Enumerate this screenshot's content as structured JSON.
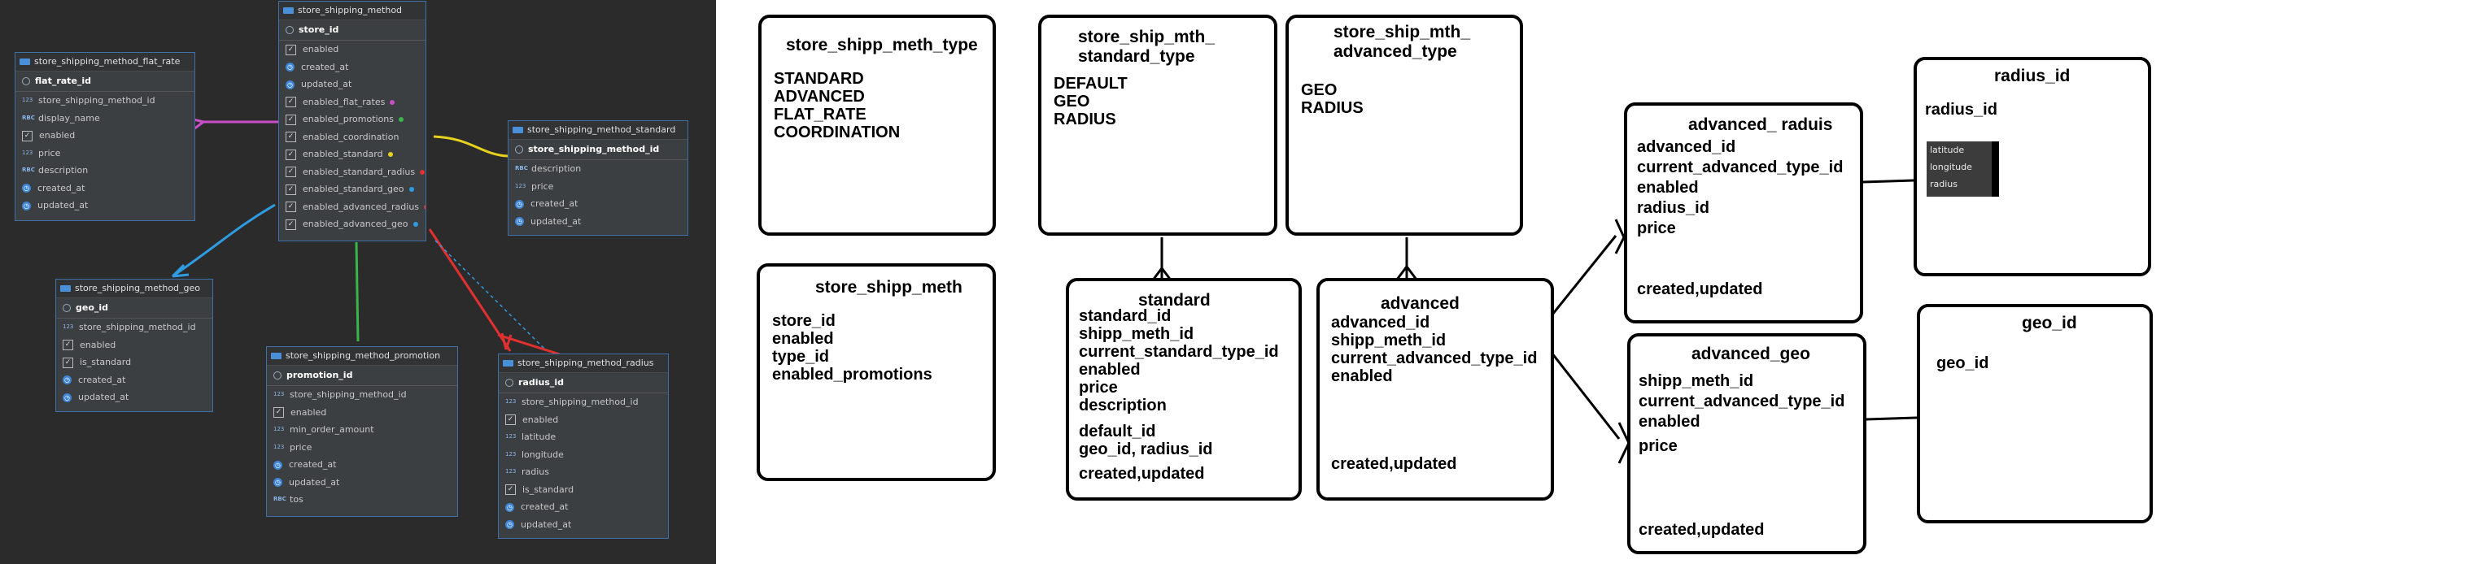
{
  "tables": [
    {
      "id": "t_flat",
      "title": "store_shipping_method_flat_rate",
      "pk": "flat_rate_id",
      "cols": [
        {
          "t": "num",
          "n": "store_shipping_method_id"
        },
        {
          "t": "txt",
          "n": "display_name"
        },
        {
          "t": "chk",
          "n": "enabled"
        },
        {
          "t": "num",
          "n": "price"
        },
        {
          "t": "txt",
          "n": "description"
        },
        {
          "t": "clk",
          "n": "created_at"
        },
        {
          "t": "clk",
          "n": "updated_at"
        }
      ]
    },
    {
      "id": "t_main",
      "title": "store_shipping_method",
      "pk": "store_id",
      "cols": [
        {
          "t": "chk",
          "n": "enabled"
        },
        {
          "t": "clk",
          "n": "created_at"
        },
        {
          "t": "clk",
          "n": "updated_at"
        },
        {
          "t": "chk",
          "n": "enabled_flat_rates",
          "dot": "#c94fc9"
        },
        {
          "t": "chk",
          "n": "enabled_promotions",
          "dot": "#39b54a"
        },
        {
          "t": "chk",
          "n": "enabled_coordination"
        },
        {
          "t": "chk",
          "n": "enabled_standard",
          "dot": "#e6d21e"
        },
        {
          "t": "chk",
          "n": "enabled_standard_radius",
          "dot": "#e03030"
        },
        {
          "t": "chk",
          "n": "enabled_standard_geo",
          "dot": "#2f9be0"
        },
        {
          "t": "chk",
          "n": "enabled_advanced_radius",
          "dot": "#e03030"
        },
        {
          "t": "chk",
          "n": "enabled_advanced_geo",
          "dot": "#2f9be0"
        }
      ]
    },
    {
      "id": "t_std",
      "title": "store_shipping_method_standard",
      "pk": "store_shipping_method_id",
      "cols": [
        {
          "t": "txt",
          "n": "description"
        },
        {
          "t": "num",
          "n": "price"
        },
        {
          "t": "clk",
          "n": "created_at"
        },
        {
          "t": "clk",
          "n": "updated_at"
        }
      ]
    },
    {
      "id": "t_geo",
      "title": "store_shipping_method_geo",
      "pk": "geo_id",
      "cols": [
        {
          "t": "num",
          "n": "store_shipping_method_id"
        },
        {
          "t": "chk",
          "n": "enabled"
        },
        {
          "t": "chk",
          "n": "is_standard"
        },
        {
          "t": "clk",
          "n": "created_at"
        },
        {
          "t": "clk",
          "n": "updated_at"
        }
      ]
    },
    {
      "id": "t_promo",
      "title": "store_shipping_method_promotion",
      "pk": "promotion_id",
      "cols": [
        {
          "t": "num",
          "n": "store_shipping_method_id"
        },
        {
          "t": "chk",
          "n": "enabled"
        },
        {
          "t": "num",
          "n": "min_order_amount"
        },
        {
          "t": "num",
          "n": "price"
        },
        {
          "t": "clk",
          "n": "created_at"
        },
        {
          "t": "clk",
          "n": "updated_at"
        },
        {
          "t": "txt",
          "n": "tos"
        }
      ]
    },
    {
      "id": "t_rad",
      "title": "store_shipping_method_radius",
      "pk": "radius_id",
      "cols": [
        {
          "t": "num",
          "n": "store_shipping_method_id"
        },
        {
          "t": "chk",
          "n": "enabled"
        },
        {
          "t": "num",
          "n": "latitude"
        },
        {
          "t": "num",
          "n": "longitude"
        },
        {
          "t": "num",
          "n": "radius"
        },
        {
          "t": "chk",
          "n": "is_standard"
        },
        {
          "t": "clk",
          "n": "created_at"
        },
        {
          "t": "clk",
          "n": "updated_at"
        }
      ]
    }
  ],
  "icons": {
    "num": "123",
    "txt": "RBC",
    "chk": "✓",
    "clk": "◷"
  },
  "link_colors": {
    "flat_rate": "#c94fc9",
    "standard": "#e6d21e",
    "geo": "#2f9be0",
    "promotion": "#39b54a",
    "radius": "#e03030"
  },
  "sketch_boxes": [
    {
      "id": "type",
      "title": [
        "store_shipp_meth_type"
      ],
      "lines": [
        "STANDARD",
        "ADVANCED",
        "FLAT_RATE",
        "COORDINATION"
      ]
    },
    {
      "id": "std_type",
      "title": [
        "store_ship_mth_",
        "standard_type"
      ],
      "lines": [
        "DEFAULT",
        "GEO",
        "RADIUS"
      ]
    },
    {
      "id": "adv_type",
      "title": [
        "store_ship_mth_",
        "advanced_type"
      ],
      "lines": [
        "GEO",
        "RADIUS"
      ]
    },
    {
      "id": "meth",
      "title": [
        "store_shipp_meth"
      ],
      "lines": [
        "store_id",
        "enabled",
        "type_id",
        "enabled_promotions"
      ]
    },
    {
      "id": "standard",
      "title": [
        "standard"
      ],
      "lines": [
        "standard_id",
        "shipp_meth_id",
        "current_standard_type_id",
        "enabled",
        "price",
        "description",
        "default_id",
        "geo_id, radius_id",
        "created,updated"
      ]
    },
    {
      "id": "advanced",
      "title": [
        "advanced"
      ],
      "lines": [
        "advanced_id",
        "shipp_meth_id",
        "current_advanced_type_id",
        "enabled",
        "created,updated"
      ]
    },
    {
      "id": "adv_radius",
      "title": [
        "advanced_ raduis"
      ],
      "lines": [
        "advanced_id",
        "current_advanced_type_id",
        "enabled",
        "radius_id",
        "price",
        "created,updated"
      ]
    },
    {
      "id": "adv_geo",
      "title": [
        "advanced_geo"
      ],
      "lines": [
        "shipp_meth_id",
        "current_advanced_type_id",
        "enabled",
        "price",
        "created,updated"
      ]
    },
    {
      "id": "radius_id",
      "title": [
        "radius_id"
      ],
      "lines": [
        "radius_id"
      ],
      "mini": [
        "latitude",
        "longitude",
        "radius"
      ]
    },
    {
      "id": "geo_id",
      "title": [
        "geo_id"
      ],
      "lines": [
        "geo_id"
      ]
    }
  ]
}
